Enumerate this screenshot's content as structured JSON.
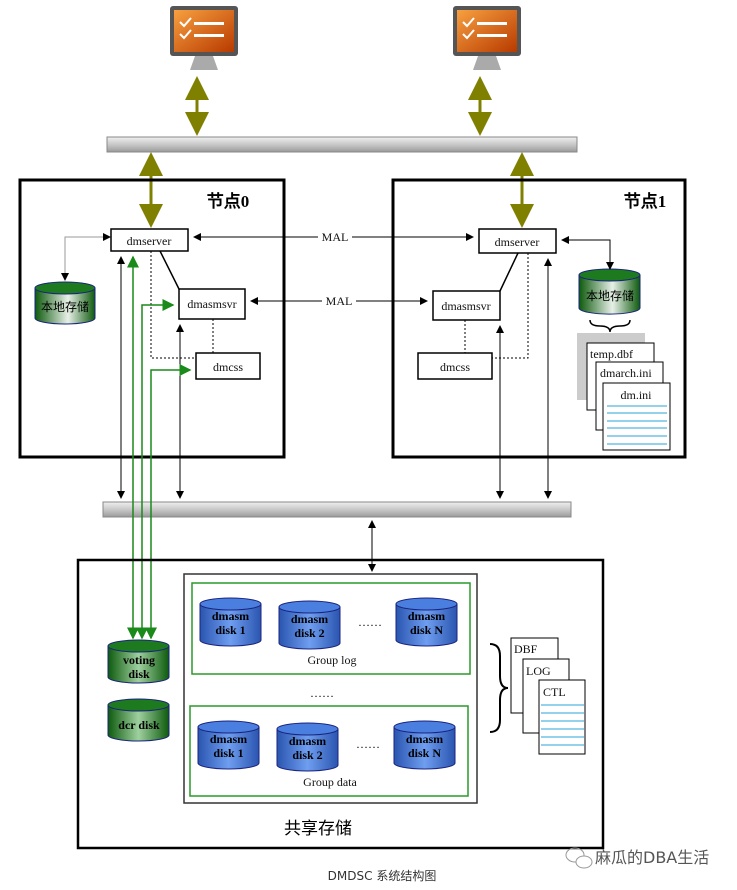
{
  "nodes": [
    {
      "title": "节点0",
      "dmserver": "dmserver",
      "dmasmsvr": "dmasmsvr",
      "dmcss": "dmcss",
      "local_storage": "本地存储"
    },
    {
      "title": "节点1",
      "dmserver": "dmserver",
      "dmasmsvr": "dmasmsvr",
      "dmcss": "dmcss",
      "local_storage": "本地存储",
      "files": [
        "temp.dbf",
        "dmarch.ini",
        "dm.ini"
      ]
    }
  ],
  "links": {
    "mal_server": "MAL",
    "mal_asm": "MAL"
  },
  "shared_storage": {
    "title": "共享存储",
    "voting_disk": [
      "voting",
      "disk"
    ],
    "dcr_disk": "dcr disk",
    "group_log": {
      "label": "Group log",
      "disks": [
        [
          "dmasm",
          "disk 1"
        ],
        [
          "dmasm",
          "disk 2"
        ],
        [
          "dmasm",
          "disk N"
        ]
      ],
      "ellipsis": "……"
    },
    "group_data": {
      "label": "Group data",
      "disks": [
        [
          "dmasm",
          "disk 1"
        ],
        [
          "dmasm",
          "disk 2"
        ],
        [
          "dmasm",
          "disk N"
        ]
      ],
      "ellipsis": "……"
    },
    "groups_ellipsis": "……",
    "files": [
      "DBF",
      "LOG",
      "CTL"
    ]
  },
  "caption": "DMDSC 系统结构图",
  "watermark": "麻瓜的DBA生活",
  "colors": {
    "olive_link": "#808000",
    "green_link": "#1a8a1a",
    "disk_blue": "#3a6fd0",
    "disk_green": "#1f7a1f"
  }
}
